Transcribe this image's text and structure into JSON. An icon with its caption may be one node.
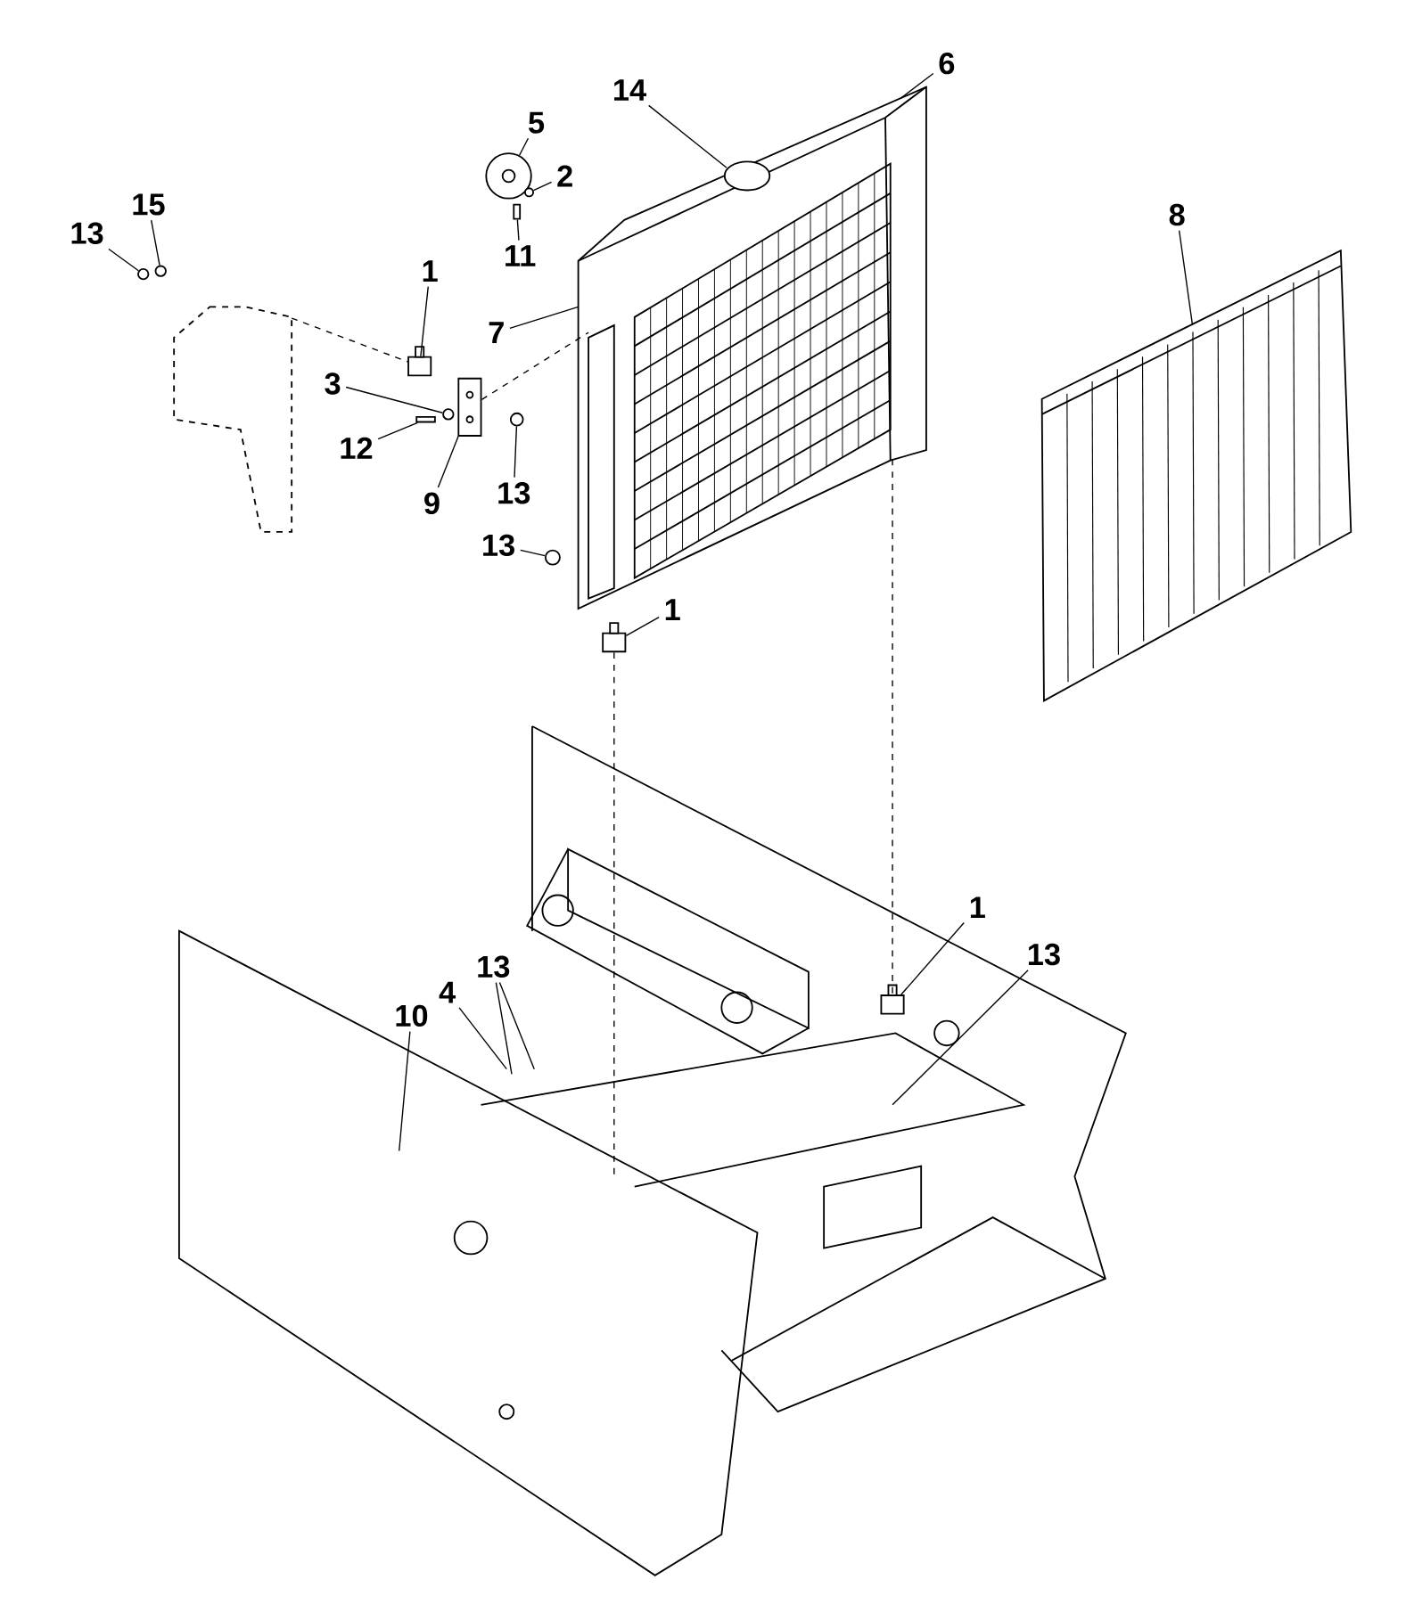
{
  "diagram": {
    "nodes": [
      {
        "text": [
          "6"
        ]
      },
      {
        "text": [
          "14"
        ]
      },
      {
        "text": [
          "5"
        ]
      },
      {
        "text": [
          "2"
        ]
      },
      {
        "text": [
          "15"
        ]
      },
      {
        "text": [
          "8"
        ]
      },
      {
        "text": [
          "13"
        ]
      },
      {
        "text": [
          "11"
        ]
      },
      {
        "text": [
          "1"
        ]
      },
      {
        "text": [
          "7"
        ]
      },
      {
        "text": [
          "3"
        ]
      },
      {
        "text": [
          "12"
        ]
      },
      {
        "text": [
          "13"
        ]
      },
      {
        "text": [
          "9"
        ]
      },
      {
        "text": [
          "13"
        ]
      },
      {
        "text": [
          "1"
        ]
      },
      {
        "text": [
          "1"
        ]
      },
      {
        "text": [
          "13"
        ]
      },
      {
        "text": [
          "13"
        ]
      },
      {
        "text": [
          "4"
        ]
      },
      {
        "text": [
          "10"
        ]
      },
      {
        "text": [],
        "shape": "picture"
      },
      {
        "text": [],
        "shape": "picture"
      },
      {
        "text": [],
        "shape": "circle"
      },
      {
        "text": [],
        "shape": "circle"
      },
      {
        "text": [],
        "shape": "box"
      },
      {
        "text": [],
        "shape": "circle"
      },
      {
        "text": [],
        "shape": "circle"
      },
      {
        "text": [],
        "shape": "picture"
      },
      {
        "text": [],
        "shape": "box"
      },
      {
        "text": [],
        "shape": "circle"
      },
      {
        "text": [],
        "shape": "box"
      },
      {
        "text": [],
        "shape": "box"
      },
      {
        "text": [],
        "shape": "circle"
      },
      {
        "text": [],
        "shape": "circle"
      },
      {
        "text": [],
        "shape": "box"
      },
      {
        "text": [],
        "shape": "box"
      }
    ],
    "edges": [
      {
        "from": 0,
        "to": 21,
        "arrow": "none"
      },
      {
        "from": 1,
        "to": 21,
        "arrow": "none"
      },
      {
        "from": 2,
        "to": 23,
        "arrow": "none"
      },
      {
        "from": 3,
        "to": 24,
        "arrow": "none"
      },
      {
        "from": 4,
        "to": 27,
        "arrow": "none"
      },
      {
        "from": 5,
        "to": 22,
        "arrow": "none"
      },
      {
        "from": 6,
        "to": 26,
        "arrow": "none"
      },
      {
        "from": 7,
        "to": 25,
        "arrow": "none"
      },
      {
        "from": 8,
        "to": 29,
        "arrow": "none"
      },
      {
        "from": 9,
        "to": 21,
        "arrow": "none"
      },
      {
        "from": 10,
        "to": 30,
        "arrow": "none"
      },
      {
        "from": 11,
        "to": 31,
        "arrow": "none"
      },
      {
        "from": 12,
        "to": 33,
        "arrow": "none"
      },
      {
        "from": 13,
        "to": 32,
        "arrow": "none"
      },
      {
        "from": 14,
        "to": 34,
        "arrow": "none"
      },
      {
        "from": 15,
        "to": 35,
        "arrow": "none"
      },
      {
        "from": 16,
        "to": 36,
        "arrow": "none"
      },
      {
        "from": 17,
        "to": null,
        "arrow": "none"
      },
      {
        "from": 18,
        "to": null,
        "arrow": "none"
      },
      {
        "from": 18,
        "to": null,
        "arrow": "none"
      },
      {
        "from": 19,
        "to": null,
        "arrow": "none"
      },
      {
        "from": 20,
        "to": null,
        "arrow": "none"
      },
      {
        "from": 28,
        "to": 29,
        "arrow": "none",
        "style": "dashed"
      },
      {
        "from": 32,
        "to": 21,
        "arrow": "none",
        "style": "dashed"
      },
      {
        "from": 21,
        "to": 36,
        "arrow": "none",
        "style": "dashed"
      },
      {
        "from": 35,
        "to": null,
        "arrow": "none",
        "style": "dashed"
      }
    ]
  }
}
